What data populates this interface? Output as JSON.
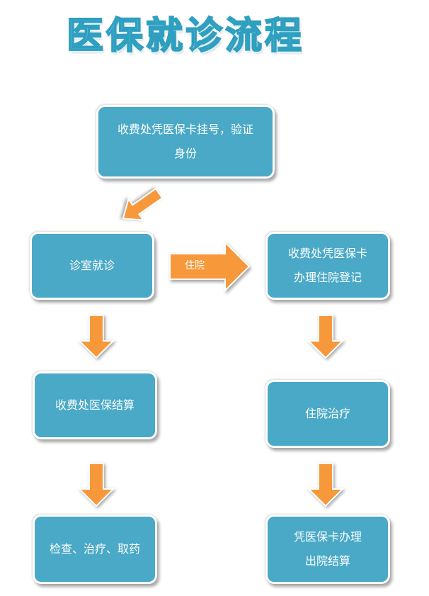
{
  "title": "医保就诊流程",
  "boxes": {
    "register": {
      "line1": "收费处凭医保卡挂号，验证",
      "line2": "身份"
    },
    "consult": {
      "line1": "诊室就诊"
    },
    "inpatient_reg": {
      "line1": "收费处凭医保卡",
      "line2": "办理住院登记"
    },
    "settle": {
      "line1": "收费处医保结算"
    },
    "treatment": {
      "line1": "住院治疗"
    },
    "exam": {
      "line1": "检查、治疗、取药"
    },
    "discharge": {
      "line1": "凭医保卡办理",
      "line2": "出院结算"
    }
  },
  "arrows": {
    "hospitalize_label": "住院"
  },
  "colors": {
    "box_fill": "#49a9c6",
    "arrow_fill": "#f7983a",
    "title_fill": "#9ee6f5",
    "title_stroke": "#2f9fc0"
  }
}
